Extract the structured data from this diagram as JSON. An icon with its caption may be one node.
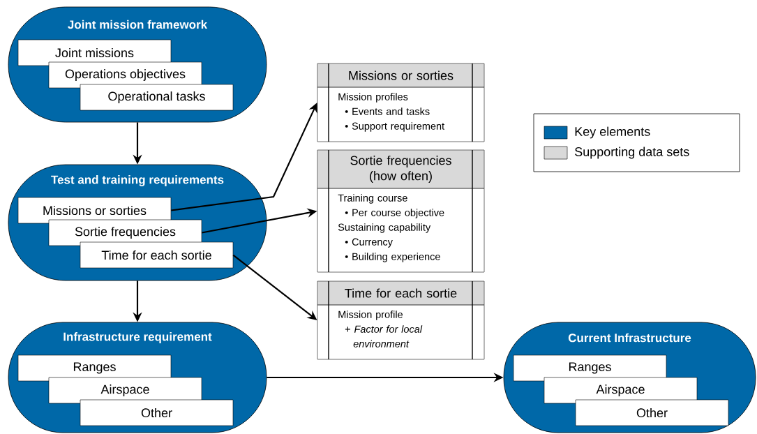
{
  "diagram": {
    "nodes": [
      {
        "text": [
          "Joint mission framework"
        ]
      },
      {
        "text": [
          "Joint missions"
        ],
        "in": 0
      },
      {
        "text": [
          "Operations objectives"
        ],
        "in": 0
      },
      {
        "text": [
          "Operational tasks"
        ],
        "in": 0
      },
      {
        "text": [
          "Test and training requirements"
        ]
      },
      {
        "text": [
          "Missions or sorties"
        ],
        "in": 4
      },
      {
        "text": [
          "Sortie frequencies"
        ],
        "in": 4
      },
      {
        "text": [
          "Time for each sortie"
        ],
        "in": 4
      },
      {
        "text": [
          "Infrastructure requirement"
        ]
      },
      {
        "text": [
          "Ranges"
        ],
        "in": 8
      },
      {
        "text": [
          "Airspace"
        ],
        "in": 8
      },
      {
        "text": [
          "Other"
        ],
        "in": 8
      },
      {
        "text": [
          "Current Infrastructure"
        ]
      },
      {
        "text": [
          "Ranges"
        ],
        "in": 12
      },
      {
        "text": [
          "Airspace"
        ],
        "in": 12
      },
      {
        "text": [
          "Other"
        ],
        "in": 12
      },
      {
        "text": [
          "Missions or sorties",
          "Mission profiles",
          "• Events and tasks",
          "• Support requirement"
        ]
      },
      {
        "text": [
          "Sortie frequencies (how often)",
          "Training course",
          "• Per course objective",
          "Sustaining capability",
          "• Currency",
          "• Building experience"
        ]
      },
      {
        "text": [
          "Time for each sortie",
          "Mission profile",
          "+ *Factor for local environment*"
        ]
      }
    ],
    "edges": [
      {
        "from": 0,
        "to": 4,
        "arrow": "to"
      },
      {
        "from": 4,
        "to": 8,
        "arrow": "to"
      },
      {
        "from": 5,
        "to": 16,
        "arrow": "to"
      },
      {
        "from": 6,
        "to": 17,
        "arrow": "to"
      },
      {
        "from": 7,
        "to": 18,
        "arrow": "to"
      },
      {
        "from": 8,
        "to": 12,
        "arrow": "to"
      }
    ],
    "legend": [
      {
        "text": "Key elements",
        "color": "#0068a8"
      },
      {
        "text": "Supporting data sets",
        "color": "#d9d9d9"
      }
    ]
  }
}
